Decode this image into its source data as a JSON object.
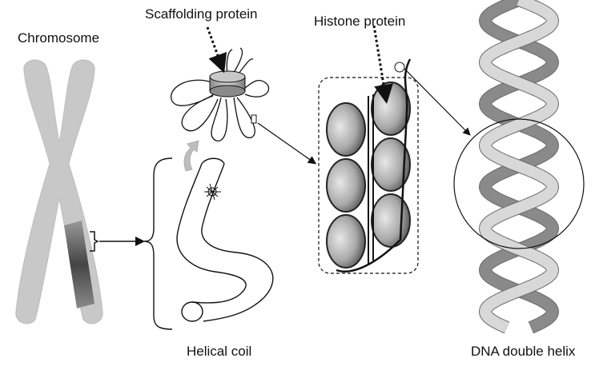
{
  "labels": {
    "chromosome": "Chromosome",
    "scaffolding_protein": "Scaffolding protein",
    "histone_protein": "Histone protein",
    "helical_coil": "Helical coil",
    "dna_double_helix": "DNA double helix"
  },
  "colors": {
    "chromosome_fill": "#c8c8c8",
    "line": "#111111",
    "histone_dark": "#555555",
    "histone_light": "#bcbcbc",
    "helix_light": "#d8d8d8",
    "helix_dark": "#8a8a8a"
  }
}
